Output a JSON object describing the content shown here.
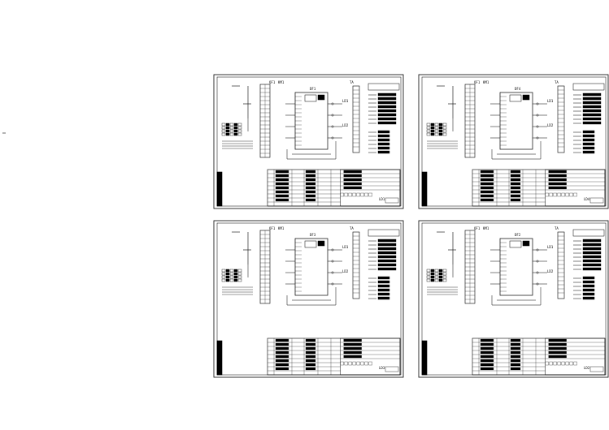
{
  "document": {
    "view": "cad-electrical-schematic-sheets",
    "background_color": "#ffffff",
    "line_color": "#000000"
  },
  "sheets": [
    {
      "id": "sheet-top-left",
      "top_labels": [
        "QF1",
        "KM1",
        "TA"
      ],
      "controller_label": "DF1",
      "side_labels": [
        "LD1",
        "LD2"
      ],
      "title_block_label": "LD1"
    },
    {
      "id": "sheet-top-right",
      "top_labels": [
        "QF1",
        "KM1",
        "TA"
      ],
      "controller_label": "DF4",
      "side_labels": [
        "LD1",
        "LD2"
      ],
      "title_block_label": "LD4"
    },
    {
      "id": "sheet-bottom-left",
      "top_labels": [
        "QF1",
        "KM1",
        "TA"
      ],
      "controller_label": "DF3",
      "side_labels": [
        "LD1",
        "LD2"
      ],
      "title_block_label": "LD3"
    },
    {
      "id": "sheet-bottom-right",
      "top_labels": [
        "QF1",
        "KM1",
        "TA"
      ],
      "controller_label": "DF2",
      "side_labels": [
        "LD1",
        "LD2"
      ],
      "title_block_label": "LD2"
    }
  ]
}
